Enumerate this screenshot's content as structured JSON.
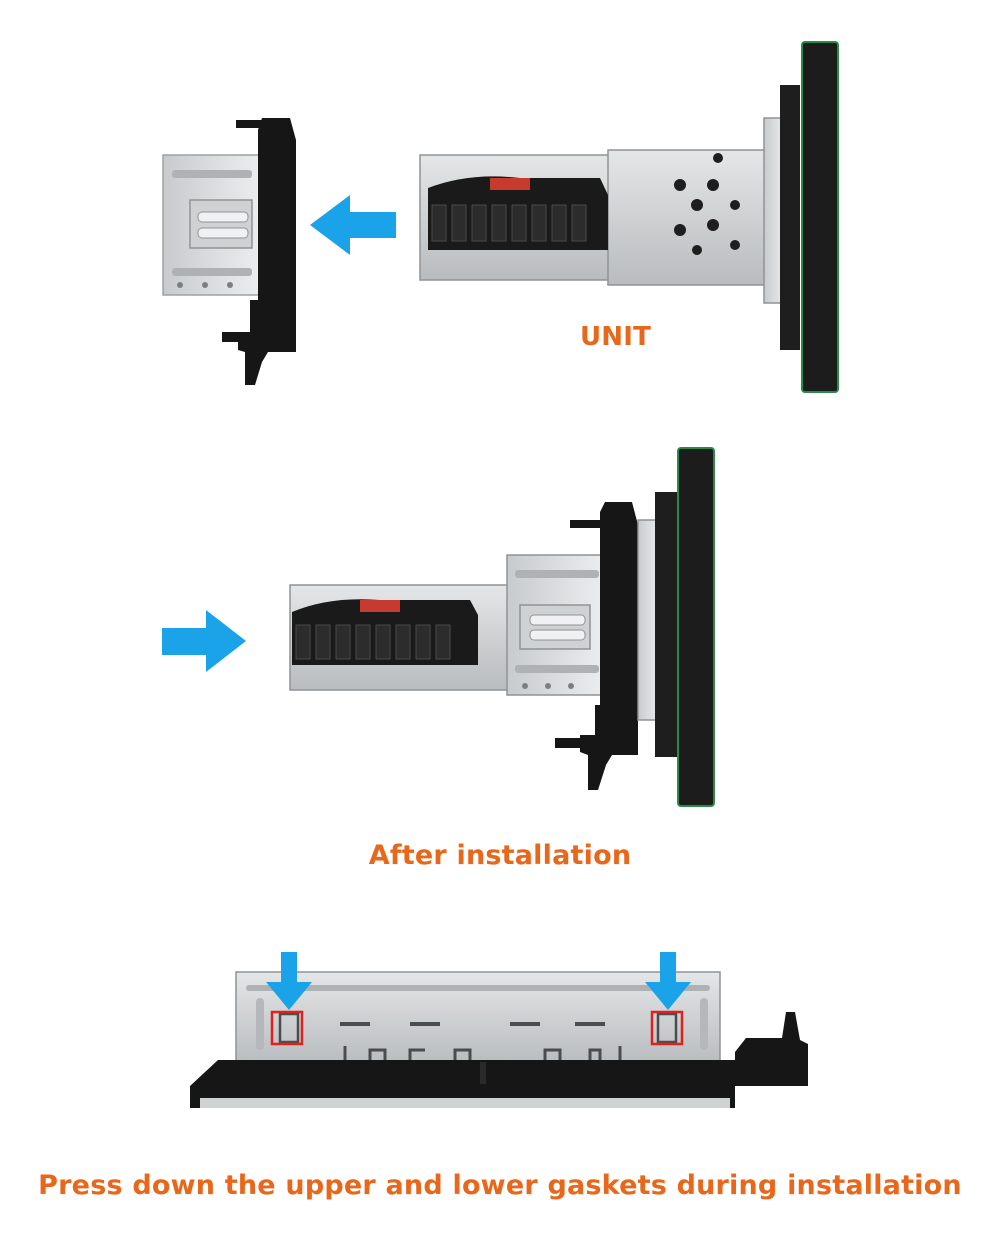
{
  "labels": {
    "unit": "UNIT",
    "after_installation": "After installation",
    "instruction": "Press down the upper and lower gaskets during installation"
  },
  "colors": {
    "label_text": "#e8671b",
    "arrow": "#1aa3e8",
    "highlight_box": "#e0201c",
    "bracket_black": "#161616",
    "metal_silver": "#d6d8d9",
    "screen_glass": "#1c1c1c",
    "screen_edge": "#2a8a4a"
  },
  "icons": {
    "direction_arrow": "arrow-icon",
    "gasket_marker": "square-outline-icon"
  }
}
